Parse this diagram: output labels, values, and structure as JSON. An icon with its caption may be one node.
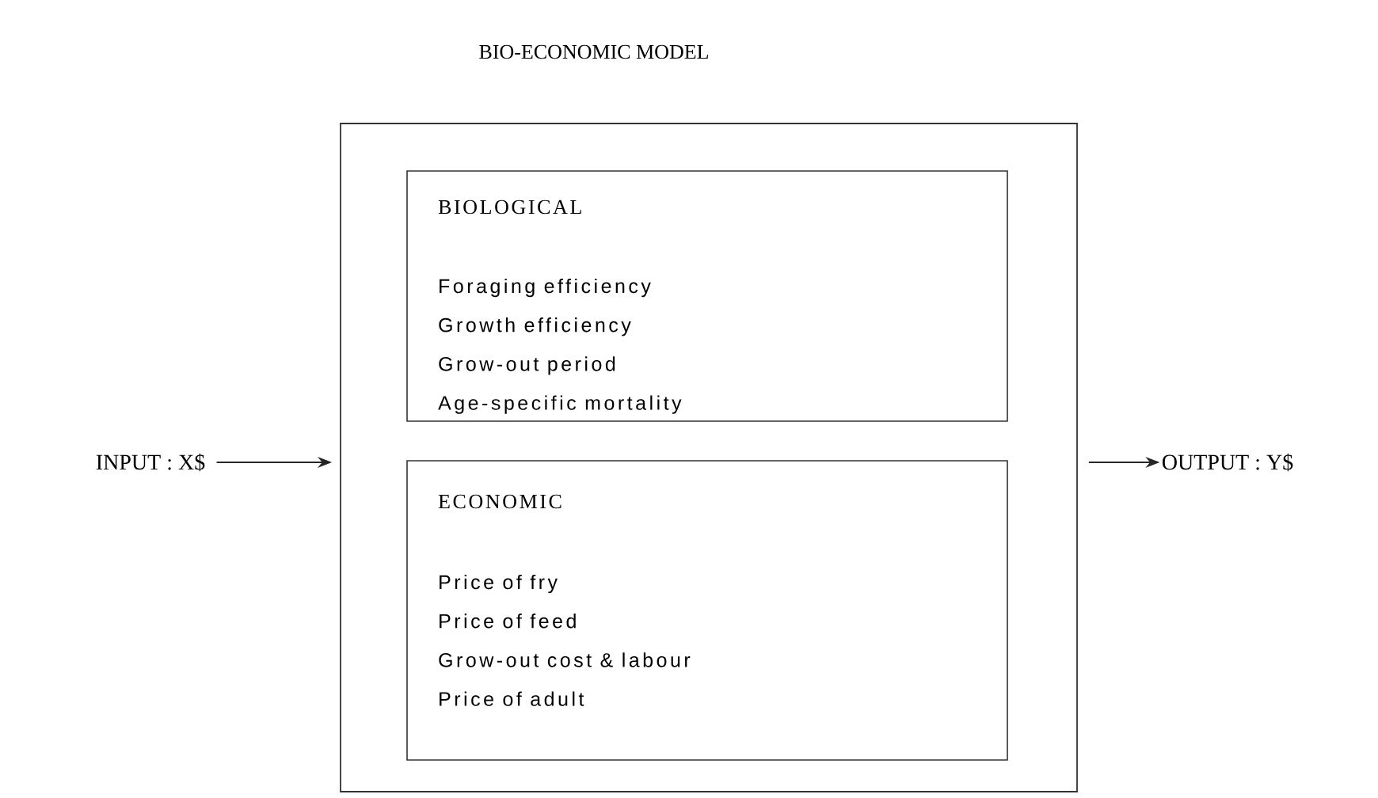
{
  "diagram": {
    "nodes": [
      {
        "text": [
          "BIO-ECONOMIC MODEL"
        ]
      },
      {
        "text": [
          "BIOLOGICAL",
          "Foraging efficiency",
          "Growth efficiency",
          "Grow-out period",
          "Age-specific mortality"
        ],
        "in": 0
      },
      {
        "text": [
          "ECONOMIC",
          "Price of fry",
          "Price of feed",
          "Grow-out cost & labour",
          "Price of adult"
        ],
        "in": 0
      },
      {
        "text": [
          "INPUT : X$"
        ]
      },
      {
        "text": [
          "OUTPUT : Y$"
        ]
      }
    ],
    "edges": [
      {
        "from": 3,
        "to": 0,
        "arrow": "to"
      },
      {
        "from": 0,
        "to": 4,
        "arrow": "to"
      }
    ]
  }
}
